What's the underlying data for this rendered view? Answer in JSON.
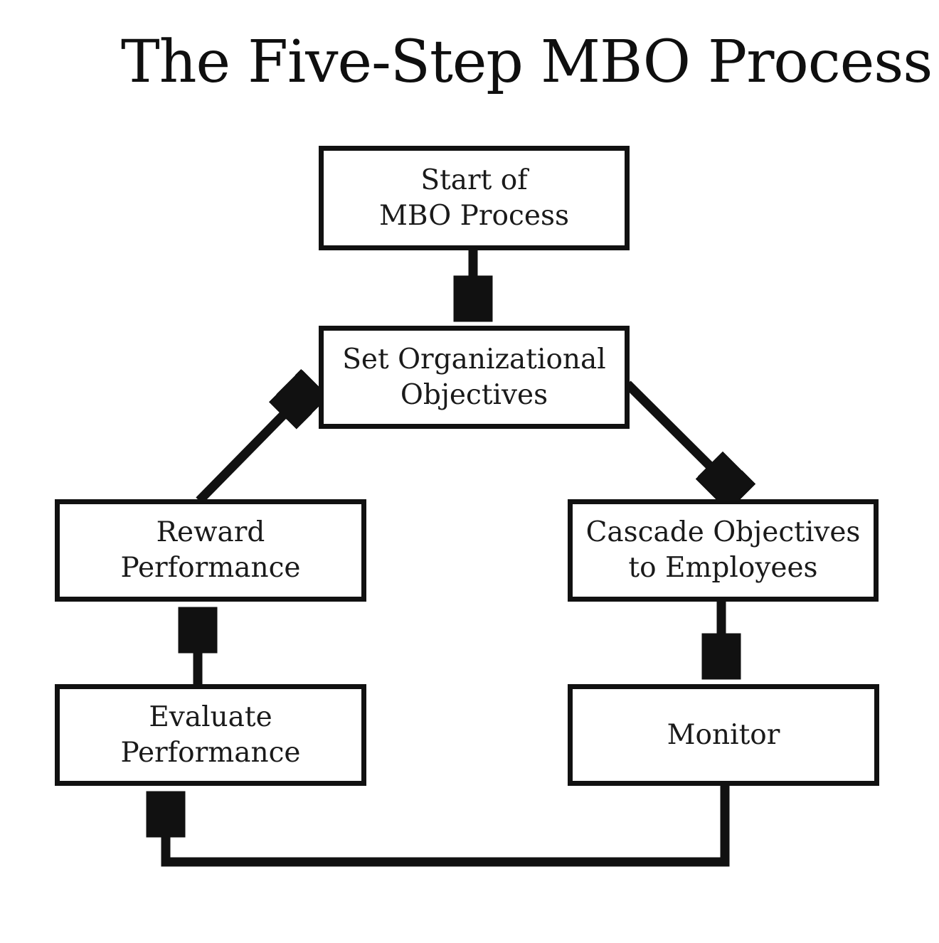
{
  "title": "The Five-Step MBO Process",
  "diagram": {
    "nodes": [
      {
        "id": "start",
        "lines": [
          "Start of",
          "MBO Process"
        ]
      },
      {
        "id": "set-objectives",
        "lines": [
          "Set Organizational",
          "Objectives"
        ]
      },
      {
        "id": "cascade",
        "lines": [
          "Cascade Objectives",
          "to Employees"
        ]
      },
      {
        "id": "monitor",
        "lines": [
          "Monitor"
        ]
      },
      {
        "id": "evaluate",
        "lines": [
          "Evaluate",
          "Performance"
        ]
      },
      {
        "id": "reward",
        "lines": [
          "Reward",
          "Performance"
        ]
      }
    ],
    "edges": [
      {
        "from": "start",
        "to": "set-objectives"
      },
      {
        "from": "set-objectives",
        "to": "cascade"
      },
      {
        "from": "cascade",
        "to": "monitor"
      },
      {
        "from": "monitor",
        "to": "evaluate"
      },
      {
        "from": "evaluate",
        "to": "reward"
      },
      {
        "from": "reward",
        "to": "set-objectives"
      }
    ],
    "colors": {
      "ink": "#111111",
      "background": "#ffffff"
    }
  }
}
